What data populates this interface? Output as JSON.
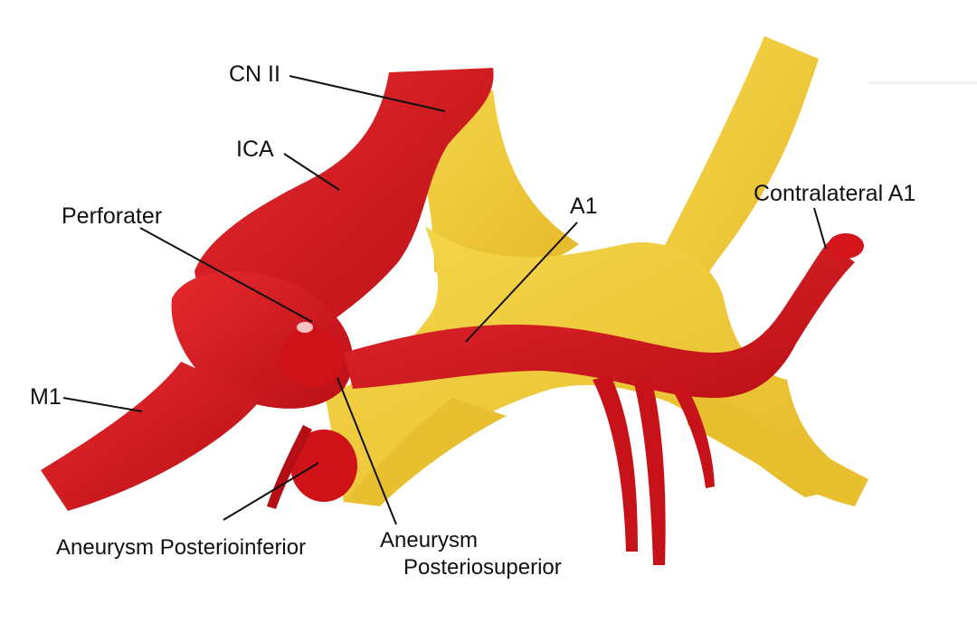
{
  "diagram": {
    "labels": {
      "cn2": "CN II",
      "ica": "ICA",
      "perforater": "Perforater",
      "a1": "A1",
      "contralateral_a1": "Contralateral A1",
      "m1": "M1",
      "aneurysm_posterioinferior": "Aneurysm Posterioinferior",
      "aneurysm_posteriosuperior_1": "Aneurysm",
      "aneurysm_posteriosuperior_2": "Posteriosuperior"
    },
    "colors": {
      "artery": "#d4161c",
      "artery_shadow": "#a80d12",
      "nerve": "#f1cc3a",
      "nerve_shadow": "#d9ad20",
      "background": "#ffffff",
      "text": "#111111"
    }
  }
}
